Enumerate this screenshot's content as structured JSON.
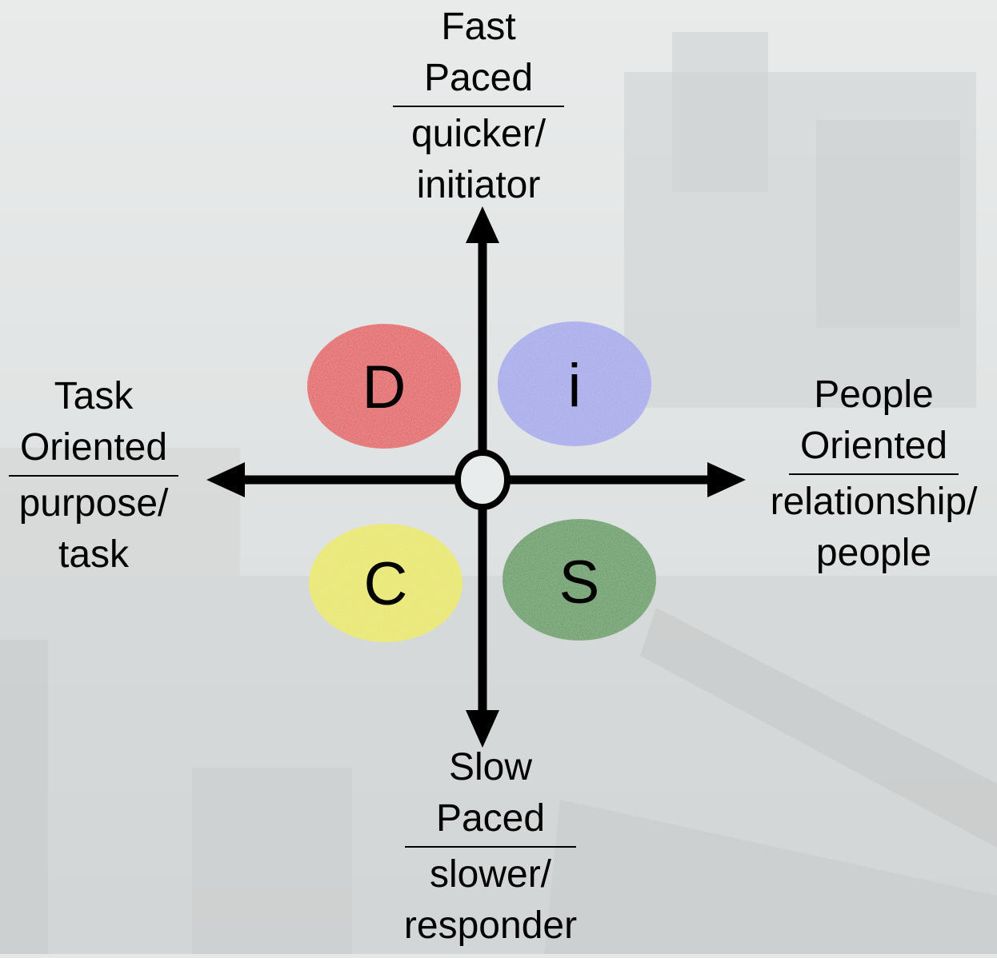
{
  "quadrants": {
    "d": {
      "letter": "D",
      "color": "#e0393a"
    },
    "i": {
      "letter": "i",
      "color": "#9a9ee8"
    },
    "c": {
      "letter": "C",
      "color": "#e6e43c"
    },
    "s": {
      "letter": "S",
      "color": "#3d8f3a"
    }
  },
  "axes": {
    "top": {
      "line1": "Fast",
      "line2": "Paced",
      "line3": "quicker/",
      "line4": "initiator"
    },
    "bottom": {
      "line1": "Slow",
      "line2": "Paced",
      "line3": "slower/",
      "line4": "responder"
    },
    "left": {
      "line1": "Task",
      "line2": "Oriented",
      "line3": "purpose/",
      "line4": "task"
    },
    "right": {
      "line1": "People",
      "line2": "Oriented",
      "line3": "relationship/",
      "line4": "people"
    }
  },
  "colors": {
    "axis": "#000000",
    "center_fill": "#e8ecec"
  }
}
